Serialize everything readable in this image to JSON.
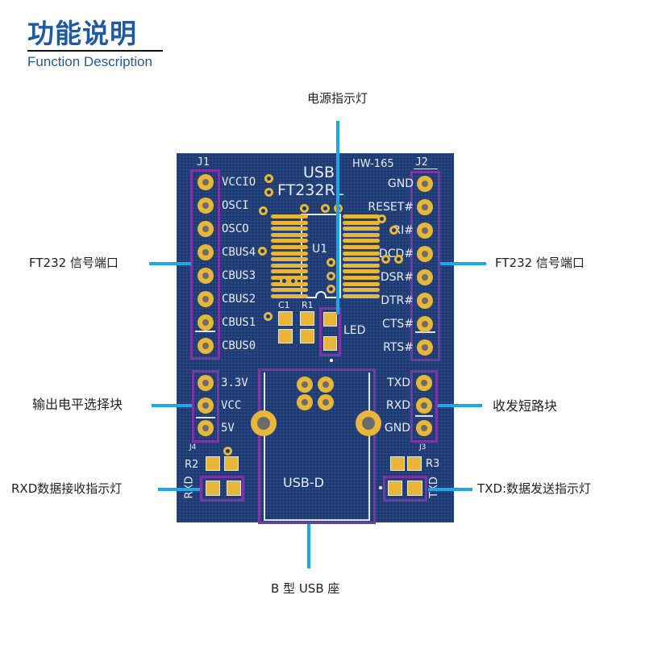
{
  "header": {
    "title_cn": "功能说明",
    "title_en": "Function Description"
  },
  "board": {
    "model": "HW-165",
    "chip_line1": "USB",
    "chip_line2": "FT232RL",
    "ic_ref": "U1",
    "j1": {
      "ref": "J1",
      "pins": [
        "VCCIO",
        "OSCI",
        "OSCO",
        "CBUS4",
        "CBUS3",
        "CBUS2",
        "CBUS1",
        "CBUS0"
      ]
    },
    "j2": {
      "ref": "J2",
      "pins": [
        "GND",
        "RESET#",
        "RI#",
        "DCD#",
        "DSR#",
        "DTR#",
        "CTS#",
        "RTS#"
      ]
    },
    "j4": {
      "ref": "J4",
      "pins": [
        "3.3V",
        "VCC",
        "5V"
      ]
    },
    "j3": {
      "ref": "J3",
      "pins": [
        "TXD",
        "RXD",
        "GND"
      ]
    },
    "c1": "C1",
    "r1": "R1",
    "r2": "R2",
    "r3": "R3",
    "led": "LED",
    "rxd_silk": "RXD",
    "txd_silk": "TXD",
    "usb_label": "USB-D"
  },
  "callouts": {
    "power_led": "电源指示灯",
    "ft232_left": "FT232 信号端口",
    "ft232_right": "FT232 信号端口",
    "level_select": "输出电平选择块",
    "short_block": "收发短路块",
    "rxd_led": "RXD数据接收指示灯",
    "txd_led": "TXD:数据发送指示灯",
    "usb_socket": "B 型 USB 座"
  },
  "colors": {
    "title": "#1f5aa0",
    "board": "#1c3a74",
    "pad": "#e8b73a",
    "highlight_box": "#7b35a6",
    "leader_line": "#1aa9e8"
  }
}
